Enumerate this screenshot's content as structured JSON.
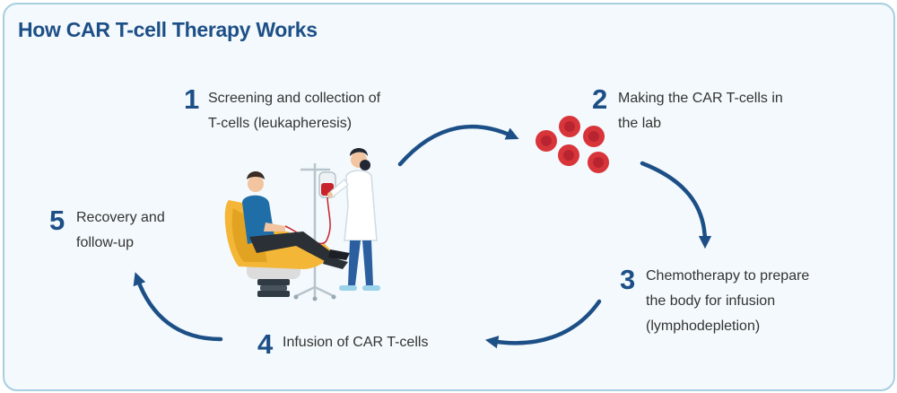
{
  "title": "How CAR T-cell Therapy Works",
  "steps": [
    {
      "number": "1",
      "line1": "Screening and collection of",
      "line2": "T-cells (leukapheresis)",
      "line3": ""
    },
    {
      "number": "2",
      "line1": "Making the CAR T-cells in",
      "line2": "the lab",
      "line3": ""
    },
    {
      "number": "3",
      "line1": "Chemotherapy to prepare",
      "line2": "the body for infusion",
      "line3": "(lymphodepletion)"
    },
    {
      "number": "4",
      "line1": "Infusion of CAR T-cells",
      "line2": "",
      "line3": ""
    },
    {
      "number": "5",
      "line1": "Recovery and",
      "line2": "follow-up",
      "line3": ""
    }
  ],
  "icons": {
    "collection": "blood-donation-illustration",
    "cells": "red-cells-icon",
    "arrows": "cycle-arrow-icon"
  },
  "colors": {
    "accent": "#1d4f87",
    "border": "#a7cfe0",
    "background": "#f3f9fc",
    "cell": "#d8353a",
    "chair": "#f4b637"
  }
}
